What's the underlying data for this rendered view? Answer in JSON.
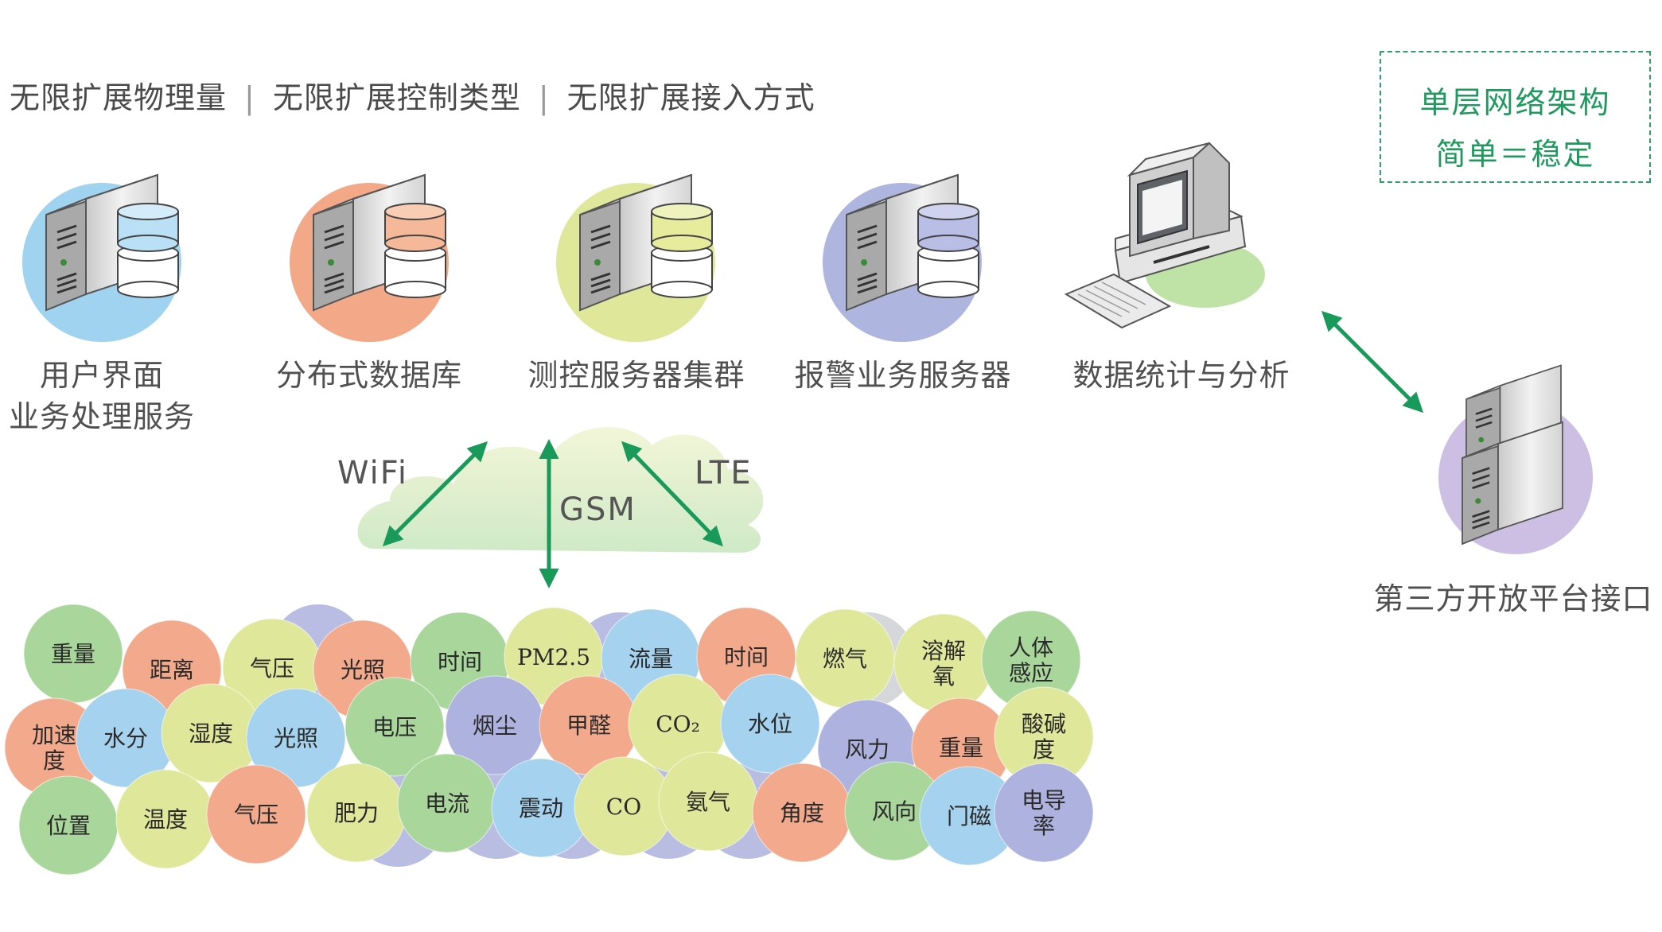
{
  "tagline": {
    "part1": "无限扩展物理量",
    "part2": "无限扩展控制类型",
    "part3": "无限扩展接入方式",
    "separator": "|"
  },
  "architecture_box": {
    "line1": "单层网络架构",
    "line2": "简单＝稳定",
    "border_color": "#2f9e6a",
    "text_color": "#1f9a5f"
  },
  "servers": [
    {
      "line1": "用户界面",
      "line2": "业务处理服务",
      "color": "#9fd3ef",
      "db_color": "#b9e0f5"
    },
    {
      "line1": "分布式数据库",
      "line2": "",
      "color": "#f3a988",
      "db_color": "#f5b898"
    },
    {
      "line1": "测控服务器集群",
      "line2": "",
      "color": "#dfe89a",
      "db_color": "#e6ec9c"
    },
    {
      "line1": "报警业务服务器",
      "line2": "",
      "color": "#aeb6e0",
      "db_color": "#b8bee6"
    },
    {
      "line1": "数据统计与分析",
      "line2": "",
      "color": "#bfe3a6",
      "db_color": ""
    }
  ],
  "third_party": {
    "label": "第三方开放平台接口",
    "color": "#cdbfe3"
  },
  "protocols": {
    "wifi": "WiFi",
    "gsm": "GSM",
    "lte": "LTE"
  },
  "arrow_color": "#1a9a5a",
  "sensor_colors": {
    "green": "#a9d79b",
    "orange": "#f3a98b",
    "yellow": "#dfe89a",
    "blue": "#a5d2ee",
    "purple": "#aeb2de"
  },
  "sensors": [
    {
      "text": "重量",
      "color": "green"
    },
    {
      "text": "距离",
      "color": "orange"
    },
    {
      "text": "气压",
      "color": "yellow"
    },
    {
      "text": "光照",
      "color": "orange"
    },
    {
      "text": "时间",
      "color": "green"
    },
    {
      "text": "PM2.5",
      "color": "yellow"
    },
    {
      "text": "流量",
      "color": "blue"
    },
    {
      "text": "时间",
      "color": "orange"
    },
    {
      "text": "燃气",
      "color": "yellow"
    },
    {
      "text": "溶解\n氧",
      "color": "yellow"
    },
    {
      "text": "人体\n感应",
      "color": "green"
    },
    {
      "text": "加速\n度",
      "color": "orange"
    },
    {
      "text": "水分",
      "color": "blue"
    },
    {
      "text": "湿度",
      "color": "yellow"
    },
    {
      "text": "光照",
      "color": "blue"
    },
    {
      "text": "电压",
      "color": "green"
    },
    {
      "text": "烟尘",
      "color": "purple"
    },
    {
      "text": "甲醛",
      "color": "orange"
    },
    {
      "text": "CO₂",
      "color": "yellow"
    },
    {
      "text": "水位",
      "color": "blue"
    },
    {
      "text": "风力",
      "color": "purple"
    },
    {
      "text": "重量",
      "color": "orange"
    },
    {
      "text": "酸碱\n度",
      "color": "yellow"
    },
    {
      "text": "位置",
      "color": "green"
    },
    {
      "text": "温度",
      "color": "yellow"
    },
    {
      "text": "气压",
      "color": "orange"
    },
    {
      "text": "肥力",
      "color": "yellow"
    },
    {
      "text": "电流",
      "color": "green"
    },
    {
      "text": "震动",
      "color": "blue"
    },
    {
      "text": "CO",
      "color": "yellow"
    },
    {
      "text": "氨气",
      "color": "yellow"
    },
    {
      "text": "角度",
      "color": "orange"
    },
    {
      "text": "风向",
      "color": "green"
    },
    {
      "text": "门磁",
      "color": "blue"
    },
    {
      "text": "电导\n率",
      "color": "purple"
    }
  ]
}
